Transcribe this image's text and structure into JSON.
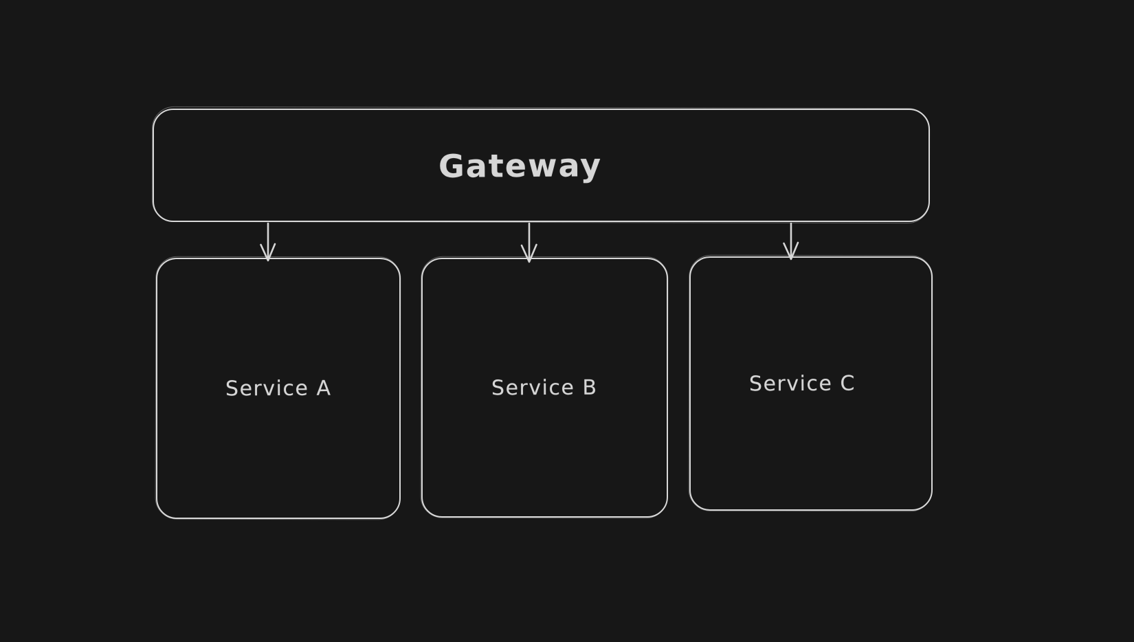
{
  "canvas": {
    "background_color": "#171717",
    "stroke_color": "#d8d8d8",
    "text_color": "#d6d6d6"
  },
  "diagram": {
    "type": "architecture-flow",
    "gateway": {
      "label": "Gateway"
    },
    "services": [
      {
        "id": "service-a",
        "label": "Service A"
      },
      {
        "id": "service-b",
        "label": "Service B"
      },
      {
        "id": "service-c",
        "label": "Service C"
      }
    ],
    "edges": [
      {
        "from": "Gateway",
        "to": "Service A",
        "direction": "down"
      },
      {
        "from": "Gateway",
        "to": "Service B",
        "direction": "down"
      },
      {
        "from": "Gateway",
        "to": "Service C",
        "direction": "down"
      }
    ]
  }
}
